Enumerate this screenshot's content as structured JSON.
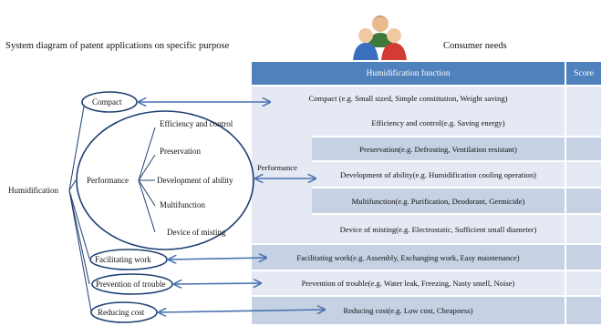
{
  "diagram": {
    "title": "System diagram of patent applications on specific purpose",
    "consumer_needs": "Consumer needs",
    "table": {
      "header_function": "Humidification function",
      "header_score": "Score",
      "rows": [
        "Compact (e.g. Small sized, Simple constitution, Weight saving)",
        "Efficiency and control(e.g. Saving energy)",
        "Preservation(e.g. Defrosting, Ventilation resistant)",
        "Development of ability(e.g. Humidification cooling operation)",
        "Multifunction(e.g. Purification, Deodorant, Germicide)",
        "Device of misting(e.g. Electrostatic, Sufficient small diameter)",
        "Facilitating work(e.g. Assembly, Exchanging work, Easy maintenance)",
        "Prevention of trouble(e.g. Water leak, Freezing, Nasty smell, Noise)",
        "Reducing cost(e.g. Low cost, Cheapness)"
      ],
      "performance_label": "Performance"
    },
    "tree": {
      "root": "Humidification",
      "compact": "Compact",
      "performance": "Performance",
      "performance_items": [
        "Efficiency and control",
        "Preservation",
        "Development of ability",
        "Multifunction",
        "Device of misting"
      ],
      "facilitating_work": "Facilitating work",
      "prevention_of_trouble": "Prevention of trouble",
      "reducing_cost": "Reducing cost"
    },
    "colors": {
      "header": "#4f81bd",
      "row_dark": "#c6d1e4",
      "row_light": "#e4e9f3",
      "line": "#1f3f73",
      "arrow": "#4a72b0"
    }
  }
}
